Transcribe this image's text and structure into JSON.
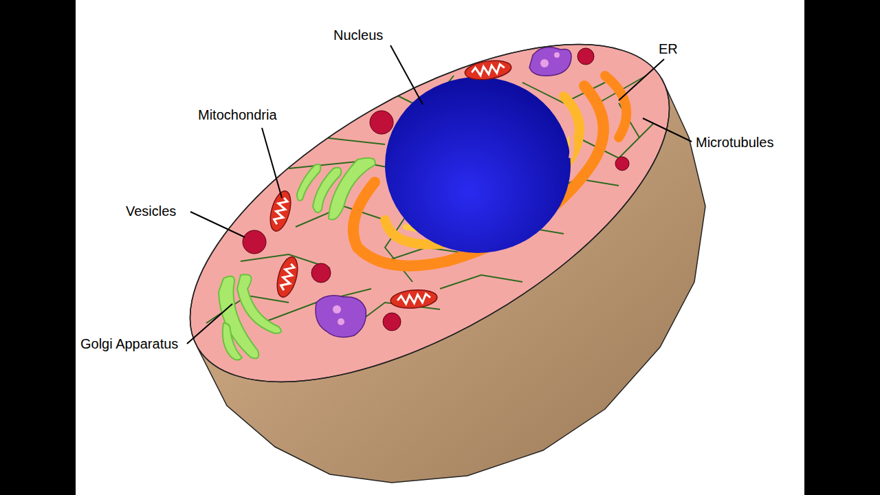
{
  "diagram": {
    "labels": [
      "Nucleus",
      "ER",
      "Mitochondria",
      "Microtubules",
      "Vesicles",
      "Golgi Apparatus"
    ]
  }
}
